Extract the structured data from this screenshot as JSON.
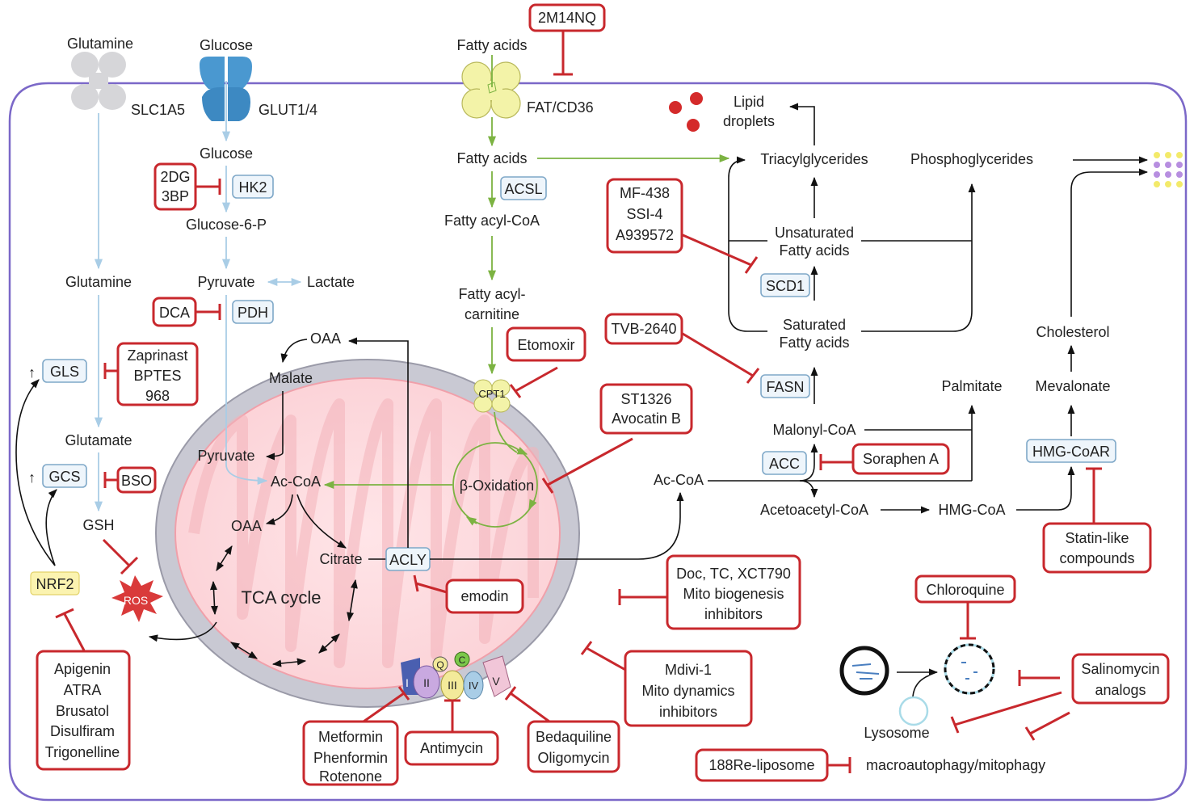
{
  "transporters": {
    "glutamine_in": "Glutamine",
    "glucose_in": "Glucose",
    "slc1a5": "SLC1A5",
    "glut": "GLUT1/4",
    "fatty_acids_in": "Fatty acids",
    "fat_cd36": "FAT/CD36"
  },
  "glycolysis": {
    "glucose": "Glucose",
    "hk2": "HK2",
    "g6p": "Glucose-6-P",
    "pyruvate": "Pyruvate",
    "lactate": "Lactate",
    "pdh": "PDH"
  },
  "glutaminolysis": {
    "glutamine": "Glutamine",
    "gls": "GLS",
    "glutamate": "Glutamate",
    "gcs": "GCS",
    "gsh": "GSH",
    "nrf2": "NRF2",
    "ros": "ROS",
    "up_arrow": "↑"
  },
  "fatty_acid_path": {
    "fatty_acids": "Fatty acids",
    "acsl": "ACSL",
    "fatty_acyl_coa": "Fatty acyl-CoA",
    "fatty_acyl_carnitine_1": "Fatty acyl-",
    "fatty_acyl_carnitine_2": "carnitine",
    "cpt1": "CPT1",
    "beta_oxidation": "β-Oxidation"
  },
  "mitochondria": {
    "oaa_top": "OAA",
    "malate": "Malate",
    "pyruvate": "Pyruvate",
    "ac_coa": "Ac-CoA",
    "oaa": "OAA",
    "citrate": "Citrate",
    "acly": "ACLY",
    "tca": "TCA cycle",
    "complexes": [
      "I",
      "II",
      "III",
      "IV",
      "V"
    ],
    "q": "Q",
    "c": "C"
  },
  "lipogenesis": {
    "lipid_droplets_1": "Lipid",
    "lipid_droplets_2": "droplets",
    "tag": "Triacylglycerides",
    "phospho": "Phosphoglycerides",
    "unsat_1": "Unsaturated",
    "unsat_2": "Fatty acids",
    "scd1": "SCD1",
    "sat_1": "Saturated",
    "sat_2": "Fatty acids",
    "fasn": "FASN",
    "palmitate": "Palmitate",
    "malonyl": "Malonyl-CoA",
    "acc": "ACC",
    "ac_coa": "Ac-CoA",
    "acetoacetyl": "Acetoacetyl-CoA",
    "hmg_coa": "HMG-CoA",
    "hmg_coar": "HMG-CoAR",
    "mevalonate": "Mevalonate",
    "cholesterol": "Cholesterol"
  },
  "autophagy": {
    "lysosome": "Lysosome",
    "macroautophagy": "macroautophagy/mitophagy"
  },
  "drugs": {
    "d2m14nq": "2M14NQ",
    "dg_3bp": [
      "2DG",
      "3BP"
    ],
    "dca": "DCA",
    "zaprinast": [
      "Zaprinast",
      "BPTES",
      "968"
    ],
    "bso": "BSO",
    "nrf2_inh": [
      "Apigenin",
      "ATRA",
      "Brusatol",
      "Disulfiram",
      "Trigonelline"
    ],
    "etomoxir": "Etomoxir",
    "st1326": [
      "ST1326",
      "Avocatin B"
    ],
    "emodin": "emodin",
    "scd1_inh": [
      "MF-438",
      "SSI-4",
      "A939572"
    ],
    "tvb": "TVB-2640",
    "soraphen": "Soraphen A",
    "statin": [
      "Statin-like",
      "compounds"
    ],
    "doc": [
      "Doc, TC, XCT790",
      "Mito biogenesis",
      "inhibitors"
    ],
    "mdivi": [
      "Mdivi-1",
      "Mito dynamics",
      "inhibitors"
    ],
    "metformin": [
      "Metformin",
      "Phenformin",
      "Rotenone"
    ],
    "antimycin": "Antimycin",
    "bedaquiline": [
      "Bedaquiline",
      "Oligomycin"
    ],
    "chloroquine": "Chloroquine",
    "salinomycin": [
      "Salinomycin",
      "analogs"
    ],
    "re188": "188Re-liposome"
  },
  "colors": {
    "inhibitor": "#c8282d",
    "membrane": "#7b68c8",
    "mito_outer": "#b8b8c4",
    "mito_inner": "#f4a3ab",
    "fatty_acid_arrow": "#7cb342",
    "glucose_arrow": "#a9cde6"
  }
}
